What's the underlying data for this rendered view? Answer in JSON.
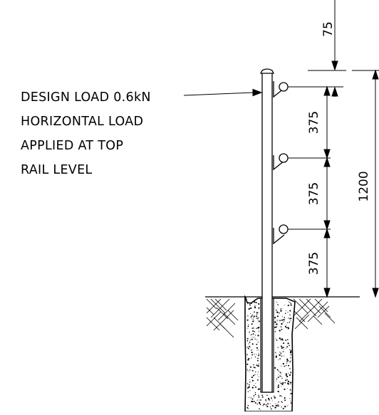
{
  "annotation": {
    "lines": [
      "DESIGN LOAD 0.6kN",
      "HORIZONTAL LOAD",
      "APPLIED AT TOP",
      "RAIL LEVEL"
    ]
  },
  "dimensions": {
    "top_offset": "75",
    "spacing_1": "375",
    "spacing_2": "375",
    "spacing_3": "375",
    "total_height": "1200"
  }
}
